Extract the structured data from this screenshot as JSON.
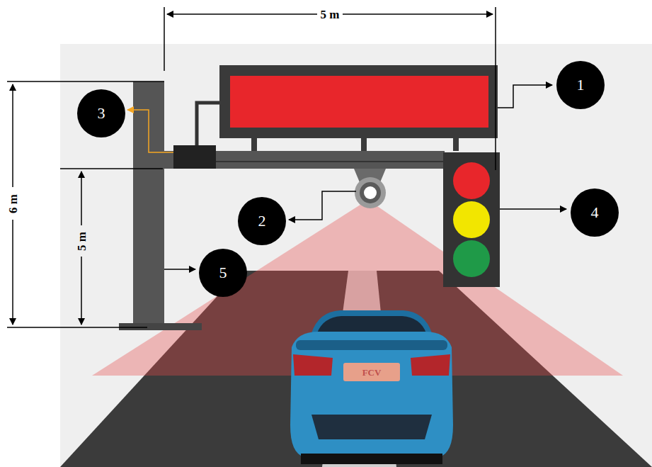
{
  "diagram": {
    "nodes": [
      {
        "text": [
          "1"
        ]
      },
      {
        "text": [
          "3"
        ]
      },
      {
        "text": [
          "2"
        ]
      },
      {
        "text": [
          "4"
        ]
      },
      {
        "text": [
          "5"
        ]
      }
    ],
    "labels": [
      "5 m",
      "6 m",
      "5 m",
      "FCV"
    ]
  }
}
